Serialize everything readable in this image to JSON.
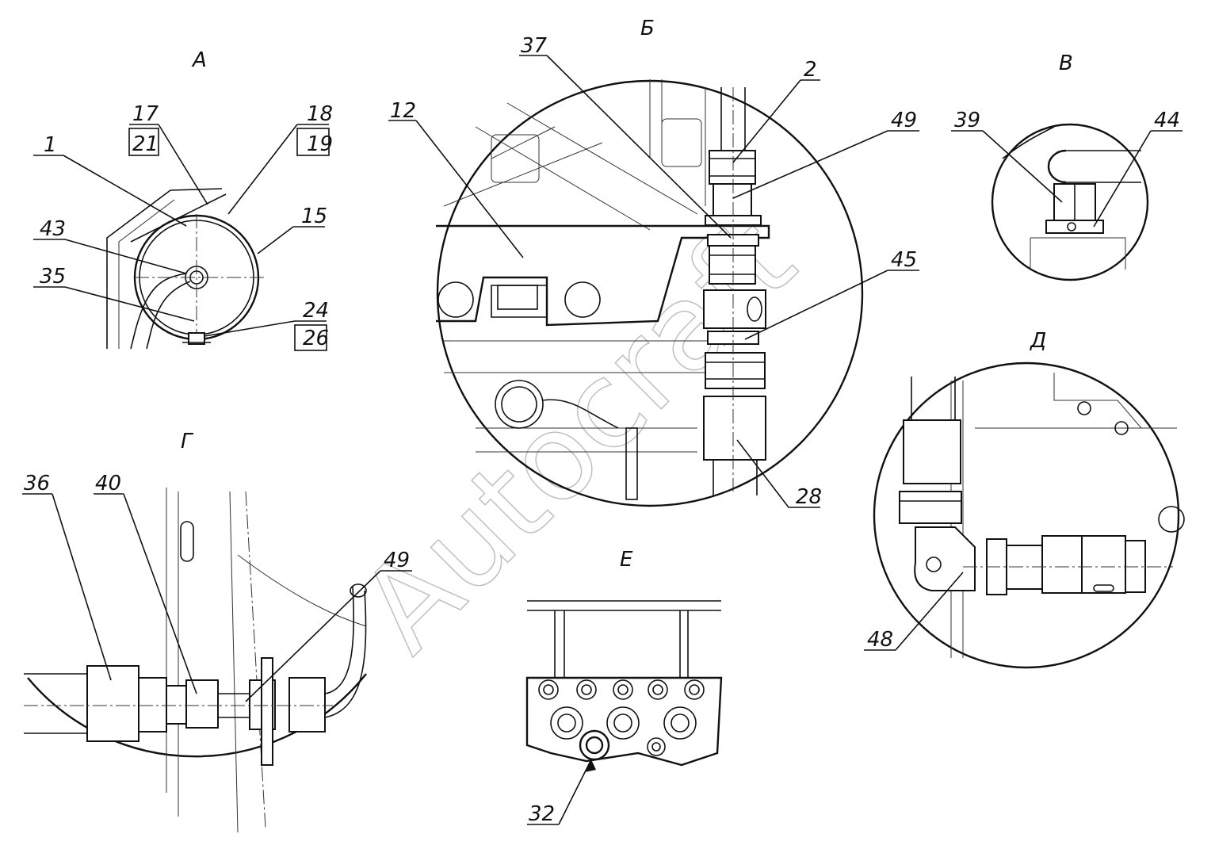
{
  "views": {
    "a": "А",
    "b": "Б",
    "v": "В",
    "g": "Г",
    "d": "Д",
    "e": "Е"
  },
  "callouts": {
    "a": [
      "17",
      "21",
      "18",
      "19",
      "1",
      "15",
      "43",
      "35",
      "24",
      "26"
    ],
    "b": [
      "37",
      "2",
      "12",
      "49",
      "45",
      "28"
    ],
    "v": [
      "39",
      "44"
    ],
    "g": [
      "36",
      "40",
      "49"
    ],
    "d": [
      "48"
    ],
    "e": [
      "32"
    ]
  },
  "watermark": "Autocraft"
}
